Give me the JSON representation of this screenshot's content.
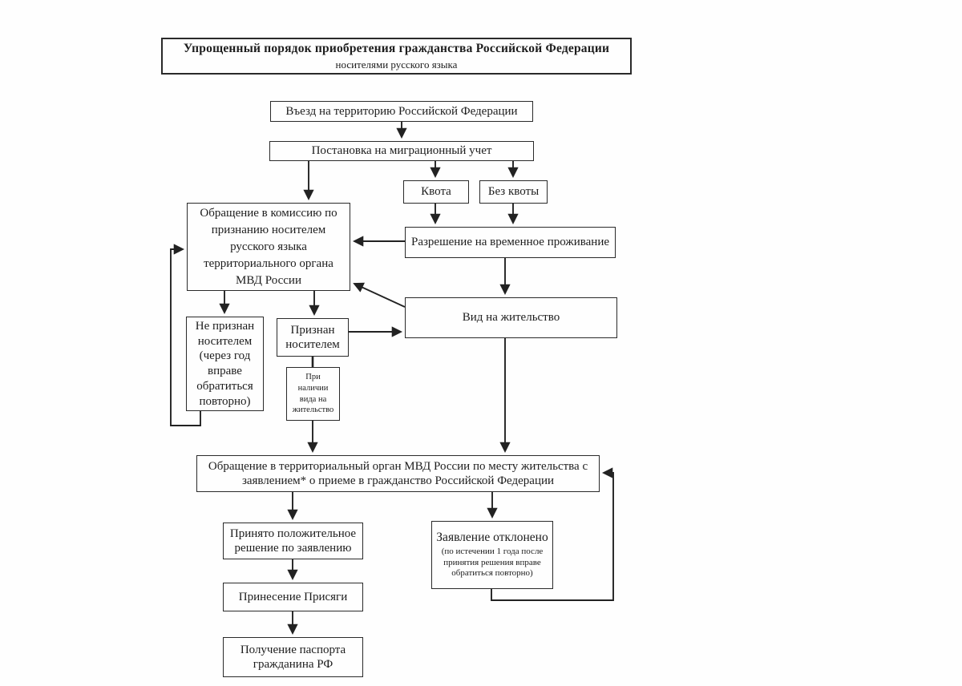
{
  "document": {
    "title_line1": "Упрощенный порядок приобретения гражданства Российской Федерации",
    "title_line2": "носителями русского языка"
  },
  "colors": {
    "ink": "#2a2a2a",
    "paper": "#fefefe"
  },
  "nodes": {
    "entry": {
      "label": "Въезд на территорию Российской Федерации"
    },
    "registration": {
      "label": "Постановка на миграционный учет"
    },
    "quota": {
      "label": "Квота"
    },
    "no_quota": {
      "label": "Без квоты"
    },
    "commission": {
      "label": "Обращение в комиссию по признанию носителем русского языка территориального органа МВД России"
    },
    "temp_residence": {
      "label": "Разрешение на временное проживание"
    },
    "residence_permit": {
      "label": "Вид на жительство"
    },
    "not_recognized": {
      "label": "Не признан носителем (через год вправе обратиться повторно)"
    },
    "recognized": {
      "label": "Признан носителем"
    },
    "if_residence": {
      "label": "При наличии вида на жительство"
    },
    "application": {
      "label": "Обращение в территориальный орган МВД России по месту жительства с заявлением* о приеме в гражданство Российской Федерации"
    },
    "positive": {
      "label": "Принято положительное решение по заявлению"
    },
    "rejected": {
      "label": "Заявление отклонено",
      "note": "(по истечении 1 года после принятия решения вправе обратиться повторно)"
    },
    "oath": {
      "label": "Принесение Присяги"
    },
    "passport": {
      "label": "Получение паспорта гражданина РФ"
    }
  },
  "edges": [
    {
      "from": "entry",
      "to": "registration"
    },
    {
      "from": "registration",
      "to": "commission"
    },
    {
      "from": "registration",
      "to": "quota"
    },
    {
      "from": "registration",
      "to": "no_quota"
    },
    {
      "from": "quota",
      "to": "temp_residence"
    },
    {
      "from": "no_quota",
      "to": "temp_residence"
    },
    {
      "from": "temp_residence",
      "to": "commission"
    },
    {
      "from": "temp_residence",
      "to": "residence_permit"
    },
    {
      "from": "residence_permit",
      "to": "commission"
    },
    {
      "from": "commission",
      "to": "not_recognized"
    },
    {
      "from": "commission",
      "to": "recognized"
    },
    {
      "from": "not_recognized",
      "to": "commission",
      "type": "loop"
    },
    {
      "from": "recognized",
      "to": "residence_permit"
    },
    {
      "from": "recognized",
      "to": "if_residence",
      "type": "plain"
    },
    {
      "from": "if_residence",
      "to": "application"
    },
    {
      "from": "residence_permit",
      "to": "application"
    },
    {
      "from": "application",
      "to": "positive"
    },
    {
      "from": "application",
      "to": "rejected"
    },
    {
      "from": "rejected",
      "to": "application",
      "type": "loop"
    },
    {
      "from": "positive",
      "to": "oath"
    },
    {
      "from": "oath",
      "to": "passport"
    }
  ]
}
